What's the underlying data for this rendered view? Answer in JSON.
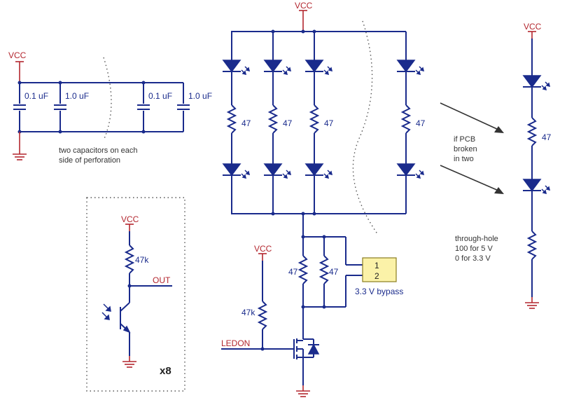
{
  "vcc_label": "VCC",
  "cap_labels": [
    "0.1 uF",
    "1.0 uF",
    "0.1 uF",
    "1.0 uF"
  ],
  "cap_note_line1": "two capacitors on each",
  "cap_note_line2": "side of perforation",
  "resistor_47": "47",
  "resistor_47k": "47k",
  "out_label": "OUT",
  "multiplier": "x8",
  "ledon_label": "LEDON",
  "connector_pins": [
    "1",
    "2"
  ],
  "bypass_label": "3.3 V bypass",
  "pcb_note": [
    "if PCB",
    "broken",
    "in two"
  ],
  "through_hole_note": [
    "through-hole",
    "100 for 5 V",
    "0 for 3.3 V"
  ],
  "colors": {
    "wire": "#1a2b8c",
    "power": "#b3262e",
    "connector_fill": "#fbf2a8"
  }
}
